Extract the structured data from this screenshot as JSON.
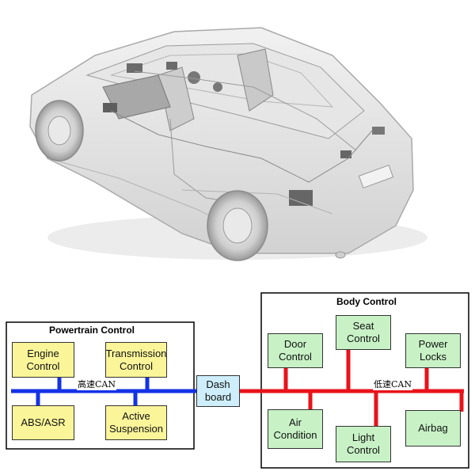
{
  "powertrain": {
    "title": "Powertrain Control",
    "bus_label": "高速CAN",
    "bus_color": "#1432e6",
    "nodes": {
      "engine": "Engine\nControl",
      "transmission": "Transmission\nControl",
      "abs": "ABS/ASR",
      "suspension": "Active\nSuspension"
    }
  },
  "dashboard": {
    "label": "Dash\nboard"
  },
  "body": {
    "title": "Body Control",
    "bus_label": "低速CAN",
    "bus_color": "#e8131a",
    "nodes": {
      "door": "Door\nControl",
      "seat": "Seat\nControl",
      "locks": "Power\nLocks",
      "air": "Air\nCondition",
      "light": "Light\nControl",
      "airbag": "Airbag"
    }
  },
  "colors": {
    "powertrain_node": "#fbf59a",
    "body_node": "#c8f2c6",
    "dashboard_node": "#cdeefa"
  }
}
